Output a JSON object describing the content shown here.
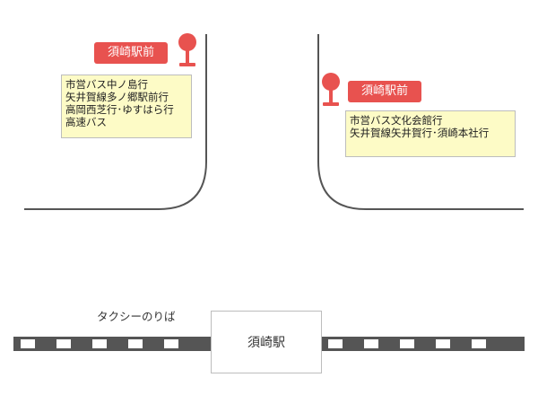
{
  "colors": {
    "stop_red": "#e8524f",
    "note_yellow": "#fdfbc6",
    "road_gray": "#555555",
    "rail_dark": "#555555"
  },
  "stops": [
    {
      "icon": "bus-stop-icon",
      "name": "須崎駅前",
      "routes": [
        "市営バス中ノ島行",
        "矢井賀線多ノ郷駅前行",
        "高岡西芝行･ゆすはら行",
        "高速バス"
      ]
    },
    {
      "icon": "bus-stop-icon",
      "name": "須崎駅前",
      "routes": [
        "市営バス文化会館行",
        "矢井賀線矢井賀行･須崎本社行"
      ]
    }
  ],
  "taxi": {
    "label": "タクシーのりば"
  },
  "station": {
    "name": "須崎駅"
  }
}
